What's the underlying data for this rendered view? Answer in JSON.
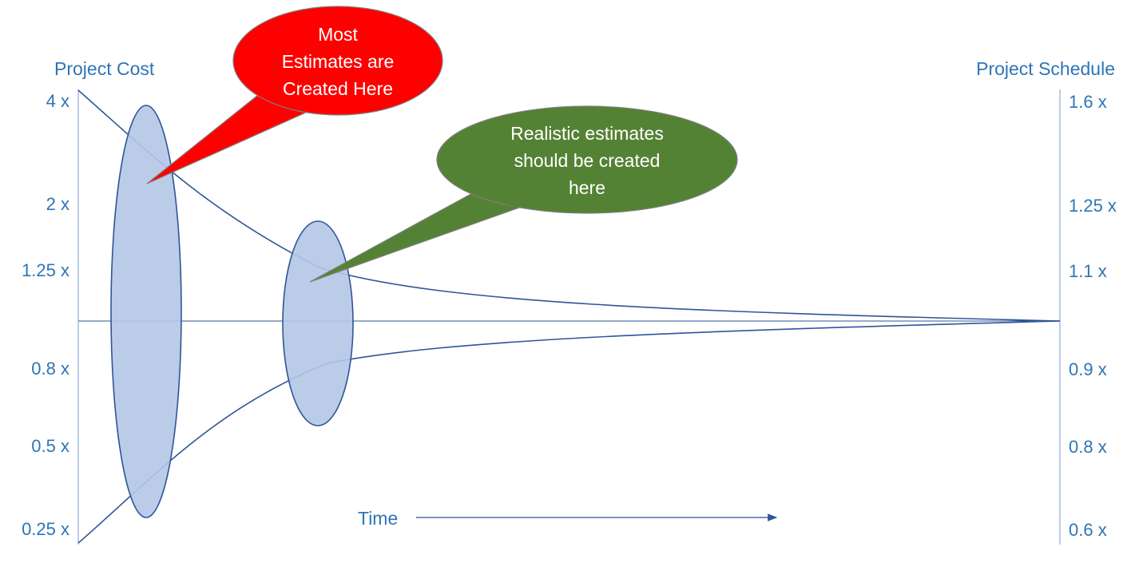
{
  "left_axis": {
    "title": "Project Cost",
    "ticks": [
      "4 x",
      "2 x",
      "1.25 x",
      "0.8 x",
      "0.5 x",
      "0.25 x"
    ]
  },
  "right_axis": {
    "title": "Project Schedule",
    "ticks": [
      "1.6 x",
      "1.25 x",
      "1.1 x",
      "0.9 x",
      "0.8 x",
      "0.6 x"
    ]
  },
  "time_label": "Time",
  "callouts": {
    "early": {
      "lines": [
        "Most",
        "Estimates are",
        "Created Here"
      ],
      "color": "#ff0000"
    },
    "realistic": {
      "lines": [
        "Realistic estimates",
        "should be created",
        "here"
      ],
      "color": "#548235"
    }
  },
  "colors": {
    "axis_text": "#2e75b6",
    "curve": "#2f5597",
    "ellipse_fill": "#b4c7e7"
  }
}
